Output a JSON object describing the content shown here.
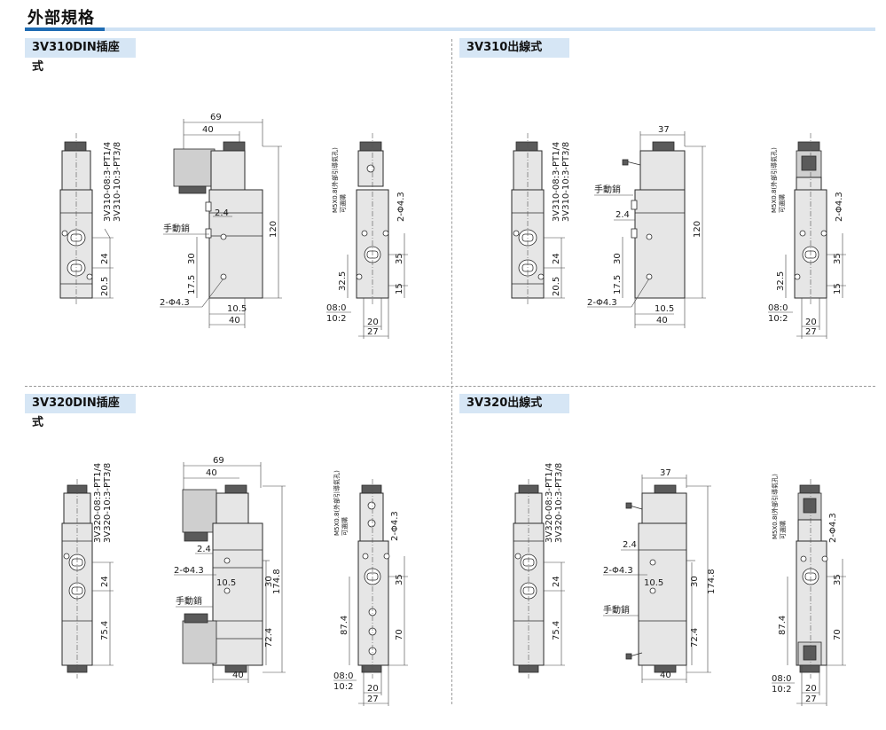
{
  "page": {
    "title": "外部規格"
  },
  "quadrants": [
    {
      "label": "3V310DIN插座式",
      "ports": [
        "3V310-08:3-PT1/4",
        "3V310-10:3-PT3/8"
      ],
      "dims": {
        "w69": "69",
        "w40top": "40",
        "d24": "2.4",
        "manual": "手動銷",
        "d120": "120",
        "d30": "30",
        "d175": "17.5",
        "hole": "2-Φ4.3",
        "d105": "10.5",
        "w40bot": "40",
        "d24b": "24",
        "d205": "20.5",
        "m5": "M5X0.8(外部引導氣孔)",
        "m5b": "可選購",
        "hole2": "2-Φ4.3",
        "d35": "35",
        "d325": "32.5",
        "d15": "15",
        "o08": "08:0",
        "o10": "10:2",
        "w20": "20",
        "w27": "27"
      }
    },
    {
      "label": "3V310出線式",
      "ports": [
        "3V310-08:3-PT1/4",
        "3V310-10:3-PT3/8"
      ],
      "dims": {
        "w37": "37",
        "manual": "手動銷",
        "d24": "2.4",
        "d120": "120",
        "d30": "30",
        "d175": "17.5",
        "hole": "2-Φ4.3",
        "d105": "10.5",
        "w40bot": "40",
        "d24b": "24",
        "d205": "20.5",
        "m5": "M5X0.8(外部引導氣孔)",
        "m5b": "可選購",
        "hole2": "2-Φ4.3",
        "d35": "35",
        "d325": "32.5",
        "d15": "15",
        "o08": "08:0",
        "o10": "10:2",
        "w20": "20",
        "w27": "27"
      }
    },
    {
      "label": "3V320DIN插座式",
      "ports": [
        "3V320-08:3-PT1/4",
        "3V320-10:3-PT3/8"
      ],
      "dims": {
        "w69": "69",
        "w40top": "40",
        "d24": "2.4",
        "hole": "2-Φ4.3",
        "d105": "10.5",
        "manual": "手動銷",
        "d30": "30",
        "d1748": "174.8",
        "d724": "72.4",
        "w40bot": "40",
        "d24b": "24",
        "d754": "75.4",
        "m5": "M5X0.8(外部引導氣孔)",
        "m5b": "可選購",
        "hole2": "2-Φ4.3",
        "d35": "35",
        "d874": "87.4",
        "d70": "70",
        "o08": "08:0",
        "o10": "10:2",
        "w20": "20",
        "w27": "27"
      }
    },
    {
      "label": "3V320出線式",
      "ports": [
        "3V320-08:3-PT1/4",
        "3V320-10:3-PT3/8"
      ],
      "dims": {
        "w37": "37",
        "d24": "2.4",
        "hole": "2-Φ4.3",
        "d105": "10.5",
        "manual": "手動銷",
        "d30": "30",
        "d1748": "174.8",
        "d724": "72.4",
        "w40bot": "40",
        "d24b": "24",
        "d754": "75.4",
        "m5": "M5X0.8(外部引導氣孔)",
        "m5b": "可選購",
        "hole2": "2-Φ4.3",
        "d35": "35",
        "d874": "87.4",
        "d70": "70",
        "o08": "08:0",
        "o10": "10:2",
        "w20": "20",
        "w27": "27"
      }
    }
  ]
}
